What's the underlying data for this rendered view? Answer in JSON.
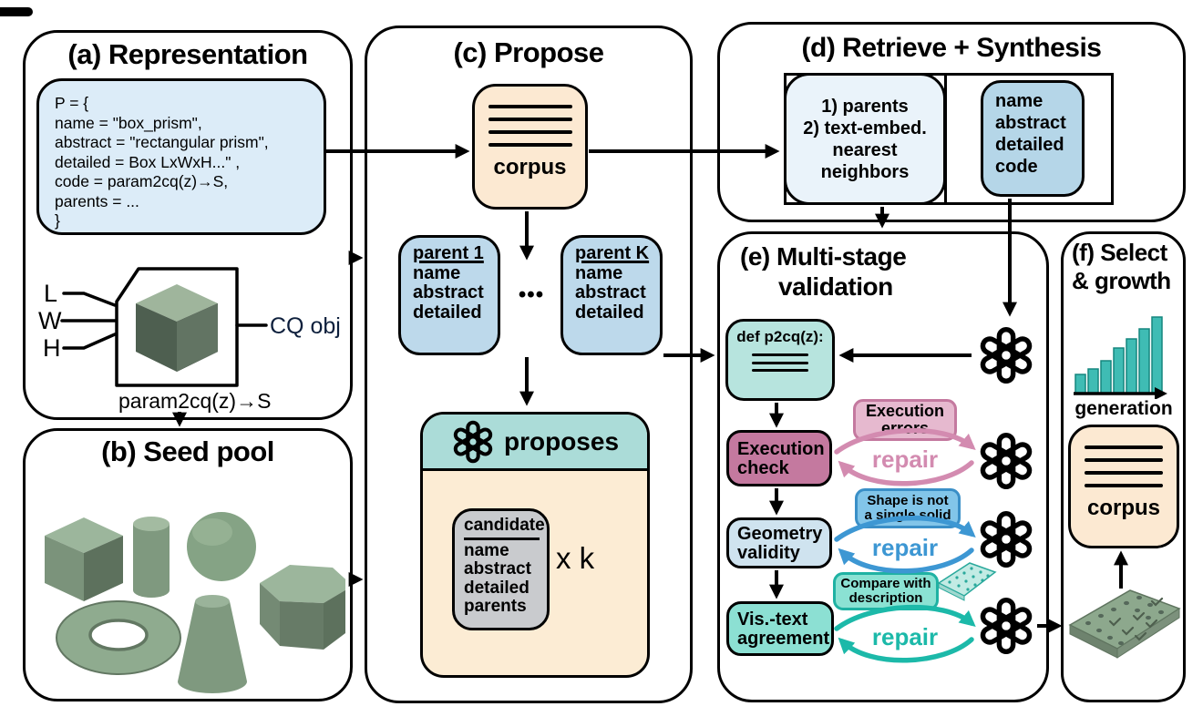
{
  "panels": {
    "a": {
      "title": "(a) Representation",
      "p_lines": [
        "P = {",
        "name = \"box_prism\",",
        "abstract = \"rectangular prism\",",
        "detailed = Box LxWxH...\" ,",
        "code = param2cq(z)→S,",
        "parents = ...",
        "}"
      ],
      "inputs": [
        "L",
        "W",
        "H"
      ],
      "output_label": "CQ obj",
      "func_caption": "param2cq(z)→S"
    },
    "b": {
      "title": "(b) Seed pool",
      "shapes": [
        "cube",
        "cylinder",
        "sphere",
        "hexagonal prism",
        "torus",
        "cone"
      ]
    },
    "c": {
      "title": "(c) Propose",
      "corpus_label": "corpus",
      "parent1_title": "parent 1",
      "parentK_title": "parent K",
      "parent_fields": [
        "name",
        "abstract",
        "detailed"
      ],
      "dots": "•••",
      "proposes_label": "proposes",
      "candidate_title": "candidate",
      "candidate_fields": [
        "name",
        "abstract",
        "detailed",
        "parents"
      ],
      "multiplier": "x k"
    },
    "d": {
      "title": "(d) Retrieve + Synthesis",
      "retrieve_text": "1) parents\n2) text-embed.\nnearest\nneighbors",
      "synth_fields": [
        "name",
        "abstract",
        "detailed",
        "code"
      ]
    },
    "e": {
      "title_line1": "(e) Multi-stage",
      "title_line2": "validation",
      "def_label": "def p2cq(z):",
      "exec_label": "Execution\ncheck",
      "exec_badge": "Execution\nerrors",
      "geom_label": "Geometry\nvalidity",
      "shape_badge": "Shape is not\na single solid",
      "vis_label": "Vis.-text\nagreement",
      "compare_badge": "Compare with\ndescription",
      "repair": "repair"
    },
    "f": {
      "title": "(f) Select\n& growth",
      "chart": {
        "type": "bar",
        "xlabel": "generation",
        "bars": [
          21,
          27,
          36,
          50,
          60,
          71,
          84
        ]
      },
      "corpus_label": "corpus"
    }
  },
  "colors": {
    "p_box": "#dcecf8",
    "parent_box": "#bdd9eb",
    "corpus_box": "#fce9d2",
    "proposes_header": "#abdcd8",
    "proposes_body": "#fcecd4",
    "candidate_box": "#c9cbce",
    "retrieve_box": "#eaf3fa",
    "synth_box": "#b5d6e8",
    "def_box": "#b7e4de",
    "exec_box": "#c4799f",
    "exec_badge": "#e6b9cf",
    "geom_box": "#cfe3ef",
    "shape_badge": "#82c5e9",
    "shape_badge_border": "#3a8fc7",
    "vis_box": "#8ce0d3",
    "compare_badge": "#8be2d3",
    "compare_badge_border": "#1fb2a3",
    "repair_pink": "#d38bb0",
    "repair_blue": "#3d97d3",
    "repair_teal": "#1cb9a9",
    "bar_teal": "#3fbcb4",
    "shape_green": "#8fab8f"
  }
}
